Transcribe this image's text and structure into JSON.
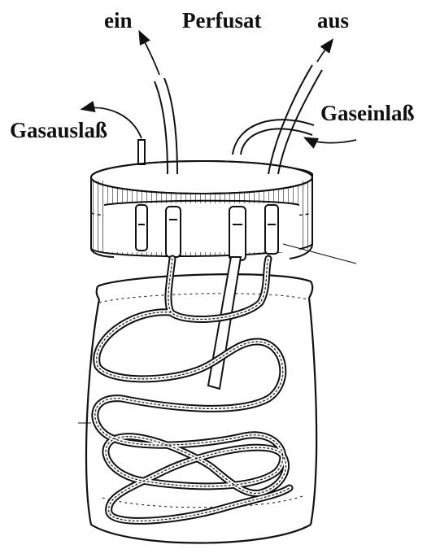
{
  "labels": {
    "ein": "ein",
    "perfusat": "Perfusat",
    "aus": "aus",
    "gasauslass": "Gasauslaß",
    "gaseinlass": "Gaseinlaß"
  },
  "colors": {
    "ink": "#111111",
    "background": "#ffffff"
  }
}
